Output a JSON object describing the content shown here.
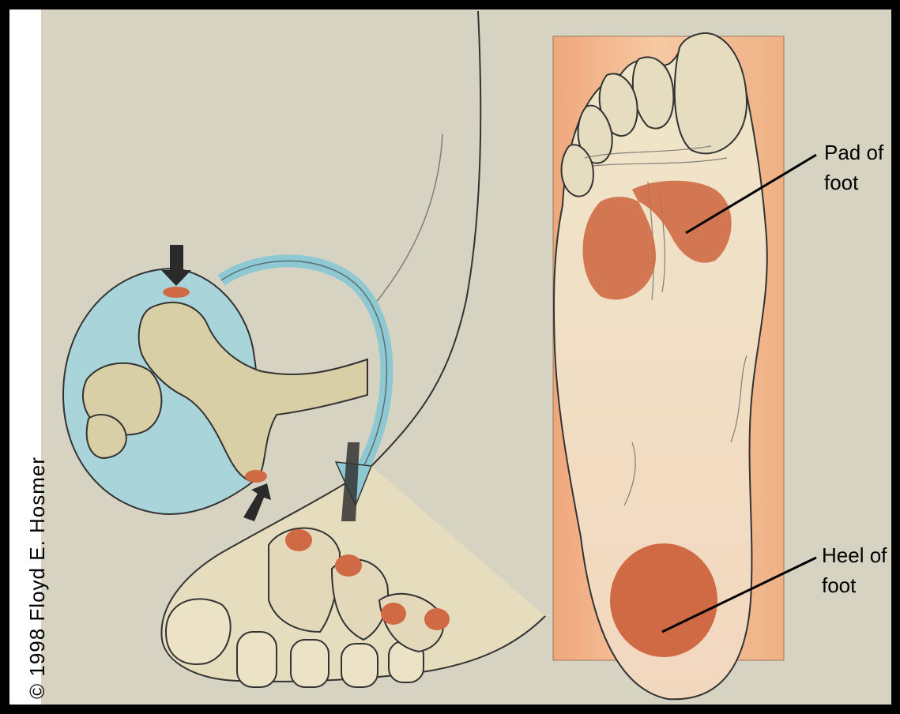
{
  "credit": "© 1998  Floyd E. Hosmer",
  "labels": {
    "pad_line1": "Pad of",
    "pad_line2": "foot",
    "heel_line1": "Heel of",
    "heel_line2": "foot"
  },
  "colors": {
    "background": "#d6d3c2",
    "border": "#000000",
    "pain_spot": "#cf6a45",
    "inset_circle": "#a9d4d9",
    "sole_panel": "#efb78f",
    "skin": "#e8e1c8",
    "bone": "#d9cfa6"
  }
}
